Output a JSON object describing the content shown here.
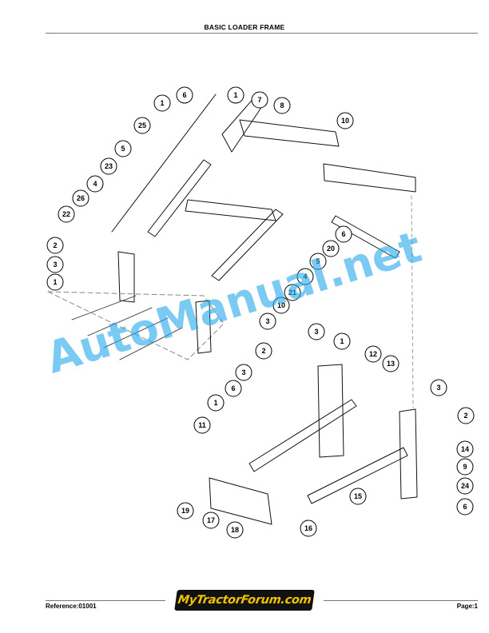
{
  "header": {
    "title": "BASIC LOADER FRAME"
  },
  "footer": {
    "reference": "Reference:01001",
    "page": "Page:1",
    "logo_text": "MyTractorForum.com"
  },
  "watermark": {
    "text": "AutoManual.net",
    "color": "#28aaeb"
  },
  "callouts": [
    "1",
    "6",
    "1",
    "7",
    "8",
    "25",
    "10",
    "5",
    "23",
    "4",
    "26",
    "22",
    "6",
    "2",
    "3",
    "20",
    "5",
    "1",
    "4",
    "21",
    "10",
    "3",
    "3",
    "2",
    "1",
    "12",
    "3",
    "13",
    "1",
    "6",
    "3",
    "2",
    "11",
    "14",
    "9",
    "24",
    "15",
    "19",
    "17",
    "16",
    "18",
    "6"
  ]
}
